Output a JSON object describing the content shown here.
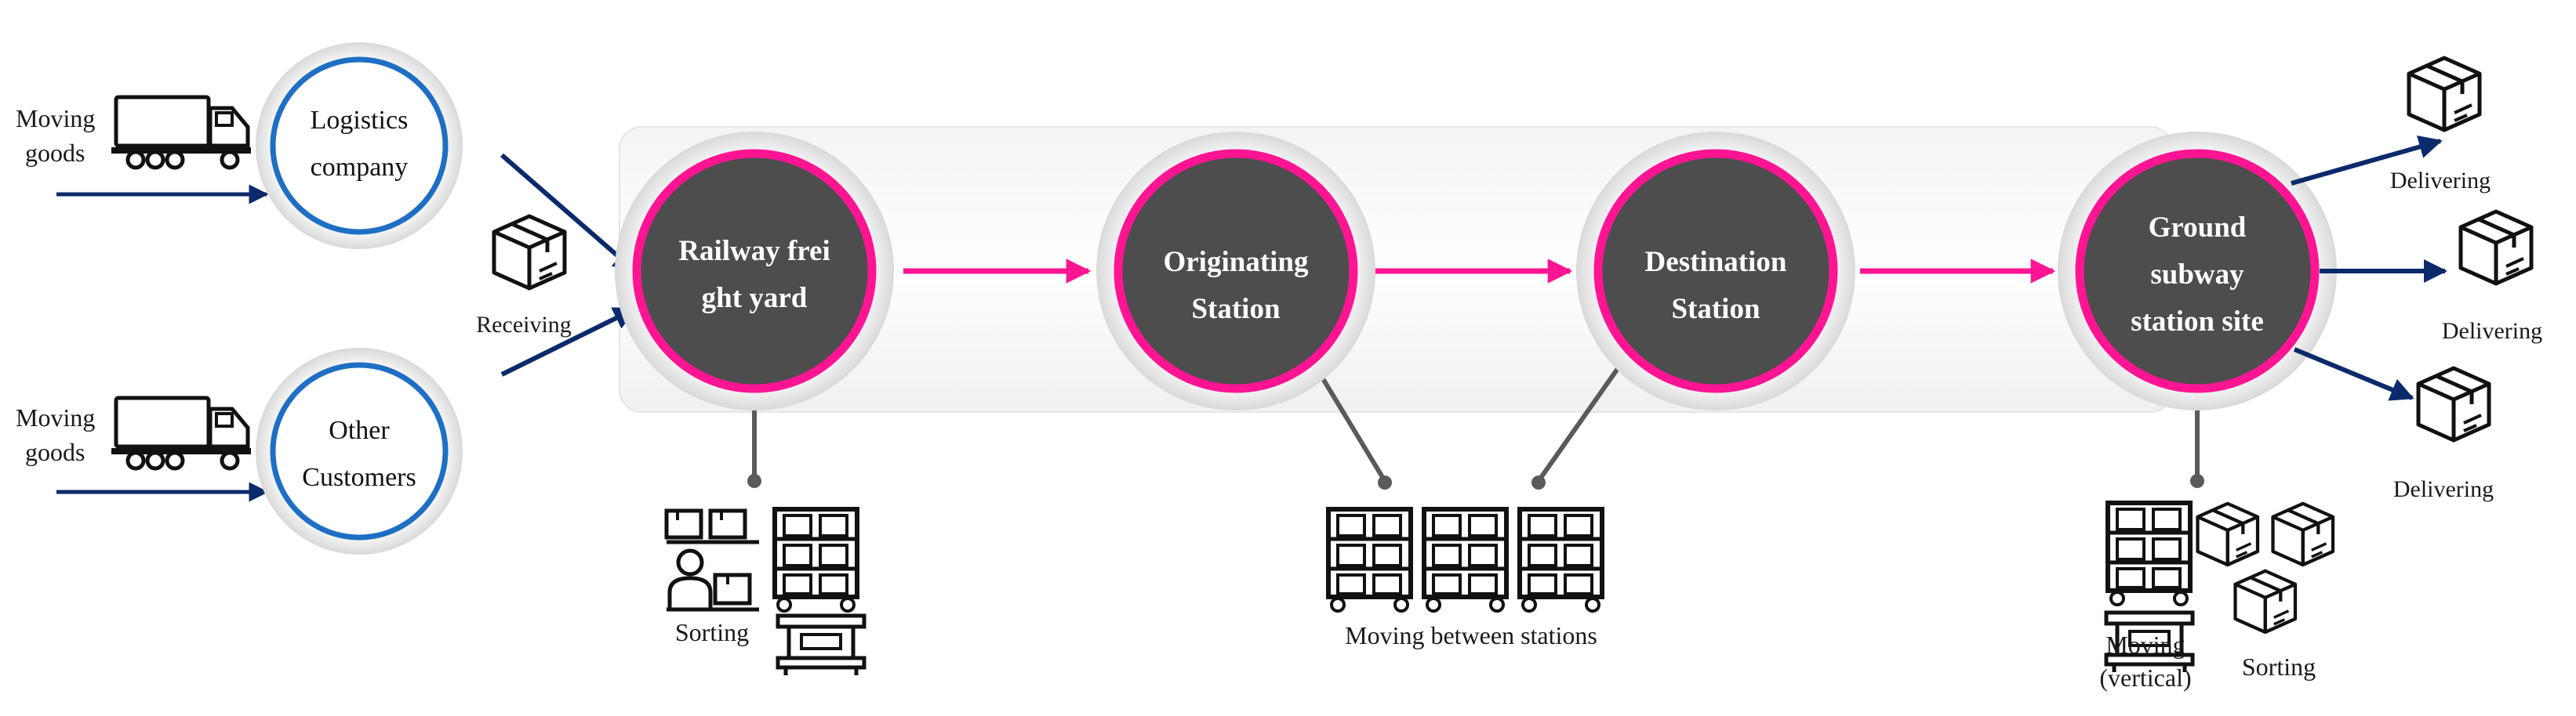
{
  "sources": [
    {
      "moving_l1": "Moving",
      "moving_l2": "goods",
      "name_l1": "Logistics",
      "name_l2": "company"
    },
    {
      "moving_l1": "Moving",
      "moving_l2": "goods",
      "name_l1": "Other",
      "name_l2": "Customers"
    }
  ],
  "receiving_label": "Receiving",
  "hubs": [
    {
      "lines": [
        "Railway frei",
        "ght yard"
      ]
    },
    {
      "lines": [
        "Originating",
        "Station"
      ]
    },
    {
      "lines": [
        "Destination",
        "Station"
      ]
    },
    {
      "lines": [
        "Ground",
        "subway",
        "station site"
      ]
    }
  ],
  "activities": {
    "sorting_left": "Sorting",
    "moving_between": "Moving between stations",
    "moving_vertical_l1": "Moving",
    "moving_vertical_l2": "(vertical)",
    "sorting_right": "Sorting"
  },
  "delivering": [
    "Delivering",
    "Delivering",
    "Delivering"
  ],
  "colors": {
    "hub_fill": "#4d4d4d",
    "hub_ring": "#ff1493",
    "source_ring": "#1e6fc4",
    "arrow_navy": "#0b2a6b",
    "flow_pink": "#ff1493"
  }
}
